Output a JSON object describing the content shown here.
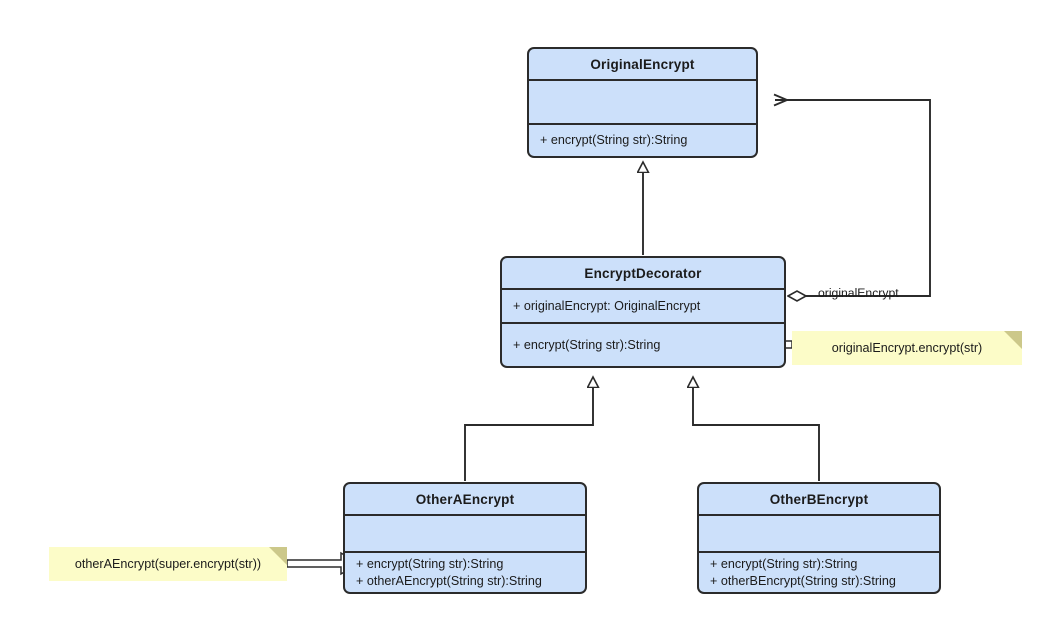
{
  "diagram": {
    "title": "Decorator pattern class diagram",
    "colors": {
      "class_fill": "#cce0fa",
      "class_border": "#2b2b2b",
      "note_fill": "#fcfcc8",
      "note_fold": "#ccc88a",
      "edge": "#2b2b2b",
      "background": "#ffffff"
    }
  },
  "classes": [
    {
      "id": "original-encrypt",
      "name": "OriginalEncrypt",
      "attributes": [],
      "operations": [
        "+ encrypt(String str):String"
      ]
    },
    {
      "id": "encrypt-decorator",
      "name": "EncryptDecorator",
      "attributes": [
        "+ originalEncrypt: OriginalEncrypt"
      ],
      "operations": [
        "+ encrypt(String str):String"
      ]
    },
    {
      "id": "other-a-encrypt",
      "name": "OtherAEncrypt",
      "attributes": [],
      "operations": [
        "+ encrypt(String str):String",
        "+ otherAEncrypt(String str):String"
      ]
    },
    {
      "id": "other-b-encrypt",
      "name": "OtherBEncrypt",
      "attributes": [],
      "operations": [
        "+ encrypt(String str):String",
        "+ otherBEncrypt(String str):String"
      ]
    }
  ],
  "notes": [
    {
      "id": "note-original-encrypt-call",
      "text": "originalEncrypt.encrypt(str)",
      "attached_to": "encrypt-decorator"
    },
    {
      "id": "note-other-a-encrypt-call",
      "text": "otherAEncrypt(super.encrypt(str))",
      "attached_to": "other-a-encrypt"
    }
  ],
  "relationships": [
    {
      "id": "assoc-decorator-to-original",
      "type": "aggregation",
      "from": "encrypt-decorator",
      "to": "original-encrypt",
      "label": "originalEncrypt"
    },
    {
      "id": "gen-decorator-to-original",
      "type": "generalization",
      "from": "encrypt-decorator",
      "to": "original-encrypt",
      "label": ""
    },
    {
      "id": "gen-othera-to-decorator",
      "type": "generalization",
      "from": "other-a-encrypt",
      "to": "encrypt-decorator",
      "label": ""
    },
    {
      "id": "gen-otherb-to-decorator",
      "type": "generalization",
      "from": "other-b-encrypt",
      "to": "encrypt-decorator",
      "label": ""
    }
  ]
}
